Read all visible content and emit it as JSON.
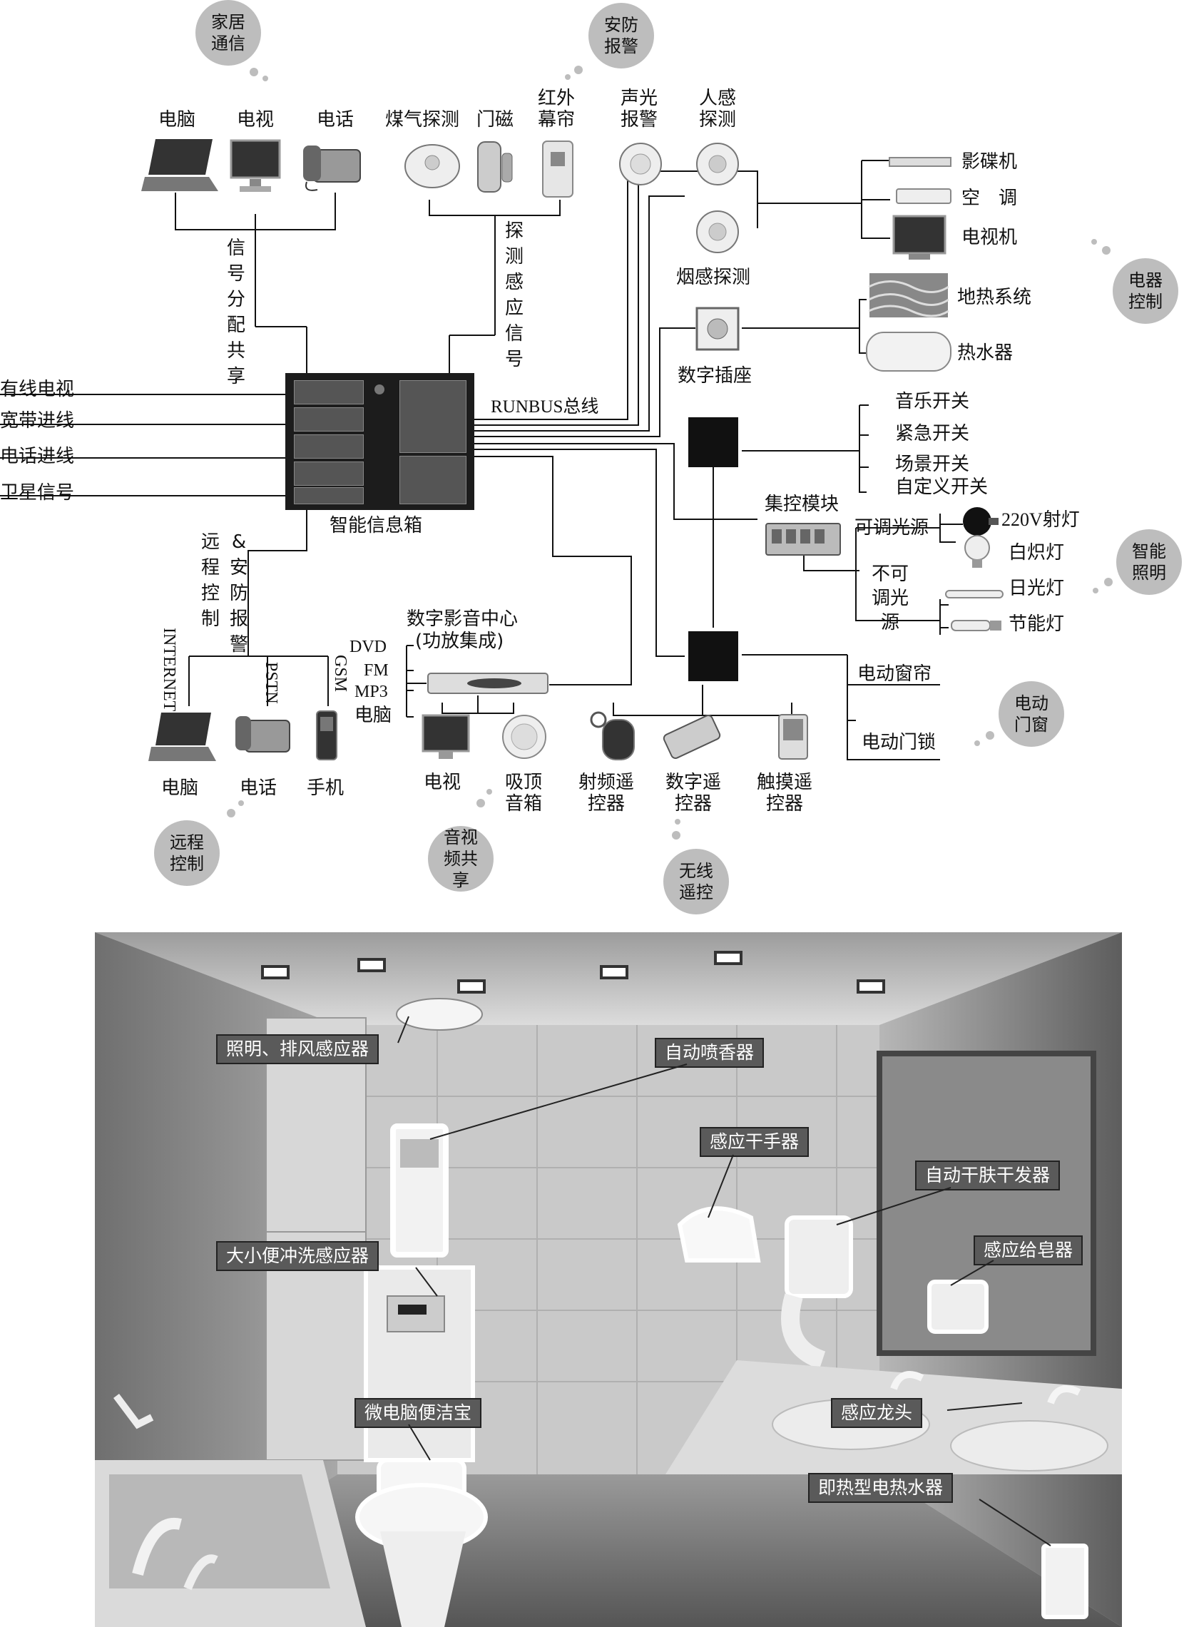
{
  "bubbles": {
    "home_comm": "家居通信",
    "security": "安防报警",
    "appliance": "电器控制",
    "lighting": "智能照明",
    "curtain": "电动门窗",
    "remote": "远程控制",
    "av": "音视频共享",
    "wireless": "无线遥控"
  },
  "top_devices": {
    "computer": "电脑",
    "tv": "电视",
    "phone": "电话",
    "gas": "煤气探测",
    "door": "门磁",
    "infrared": "红外幕帘",
    "sound_light": "声光报警",
    "human": "人感探测",
    "smoke": "烟感探测"
  },
  "vertical_labels": {
    "signal_share": "信号分配共享",
    "detect_signal": "探测感应信号",
    "remote_ctrl": "远程控制",
    "security_alarm": "&安防报警"
  },
  "inputs": [
    "有线电视",
    "宽带进线",
    "电话进线",
    "卫星信号"
  ],
  "hub": {
    "name": "智能信息箱",
    "bus": "RUNBUS总线"
  },
  "appliances": {
    "dvd_player": "影碟机",
    "aircon": "空　调",
    "tv_set": "电视机",
    "floor_heat": "地热系统",
    "water_heater": "热水器",
    "socket": "数字插座"
  },
  "switches": [
    "音乐开关",
    "紧急开关",
    "场景开关",
    "自定义开关"
  ],
  "lighting": {
    "module": "集控模块",
    "dimmable": "可调光源",
    "non_dimmable": "不可调光源",
    "spot": "220V射灯",
    "incandescent": "白炽灯",
    "fluorescent": "日光灯",
    "energy": "节能灯"
  },
  "curtain": {
    "curtain": "电动窗帘",
    "lock": "电动门锁"
  },
  "av_center": {
    "title": "数字影音中心",
    "subtitle": "(功放集成)",
    "sources": [
      "DVD",
      "FM",
      "MP3",
      "电脑"
    ],
    "tv": "电视",
    "speaker": "吸顶音箱"
  },
  "remote_side": {
    "internet": "INTERNET",
    "pstn": "PSTN",
    "gsm": "GSM",
    "computer": "电脑",
    "phone": "电话",
    "mobile": "手机"
  },
  "remotes": {
    "rf": "射频遥控器",
    "digital": "数字遥控器",
    "touch": "触摸遥控器"
  },
  "bathroom_labels": [
    "照明、排风感应器",
    "自动喷香器",
    "感应干手器",
    "自动干肤干发器",
    "大小便冲洗感应器",
    "感应给皂器",
    "微电脑便洁宝",
    "感应龙头",
    "即热型电热水器"
  ]
}
